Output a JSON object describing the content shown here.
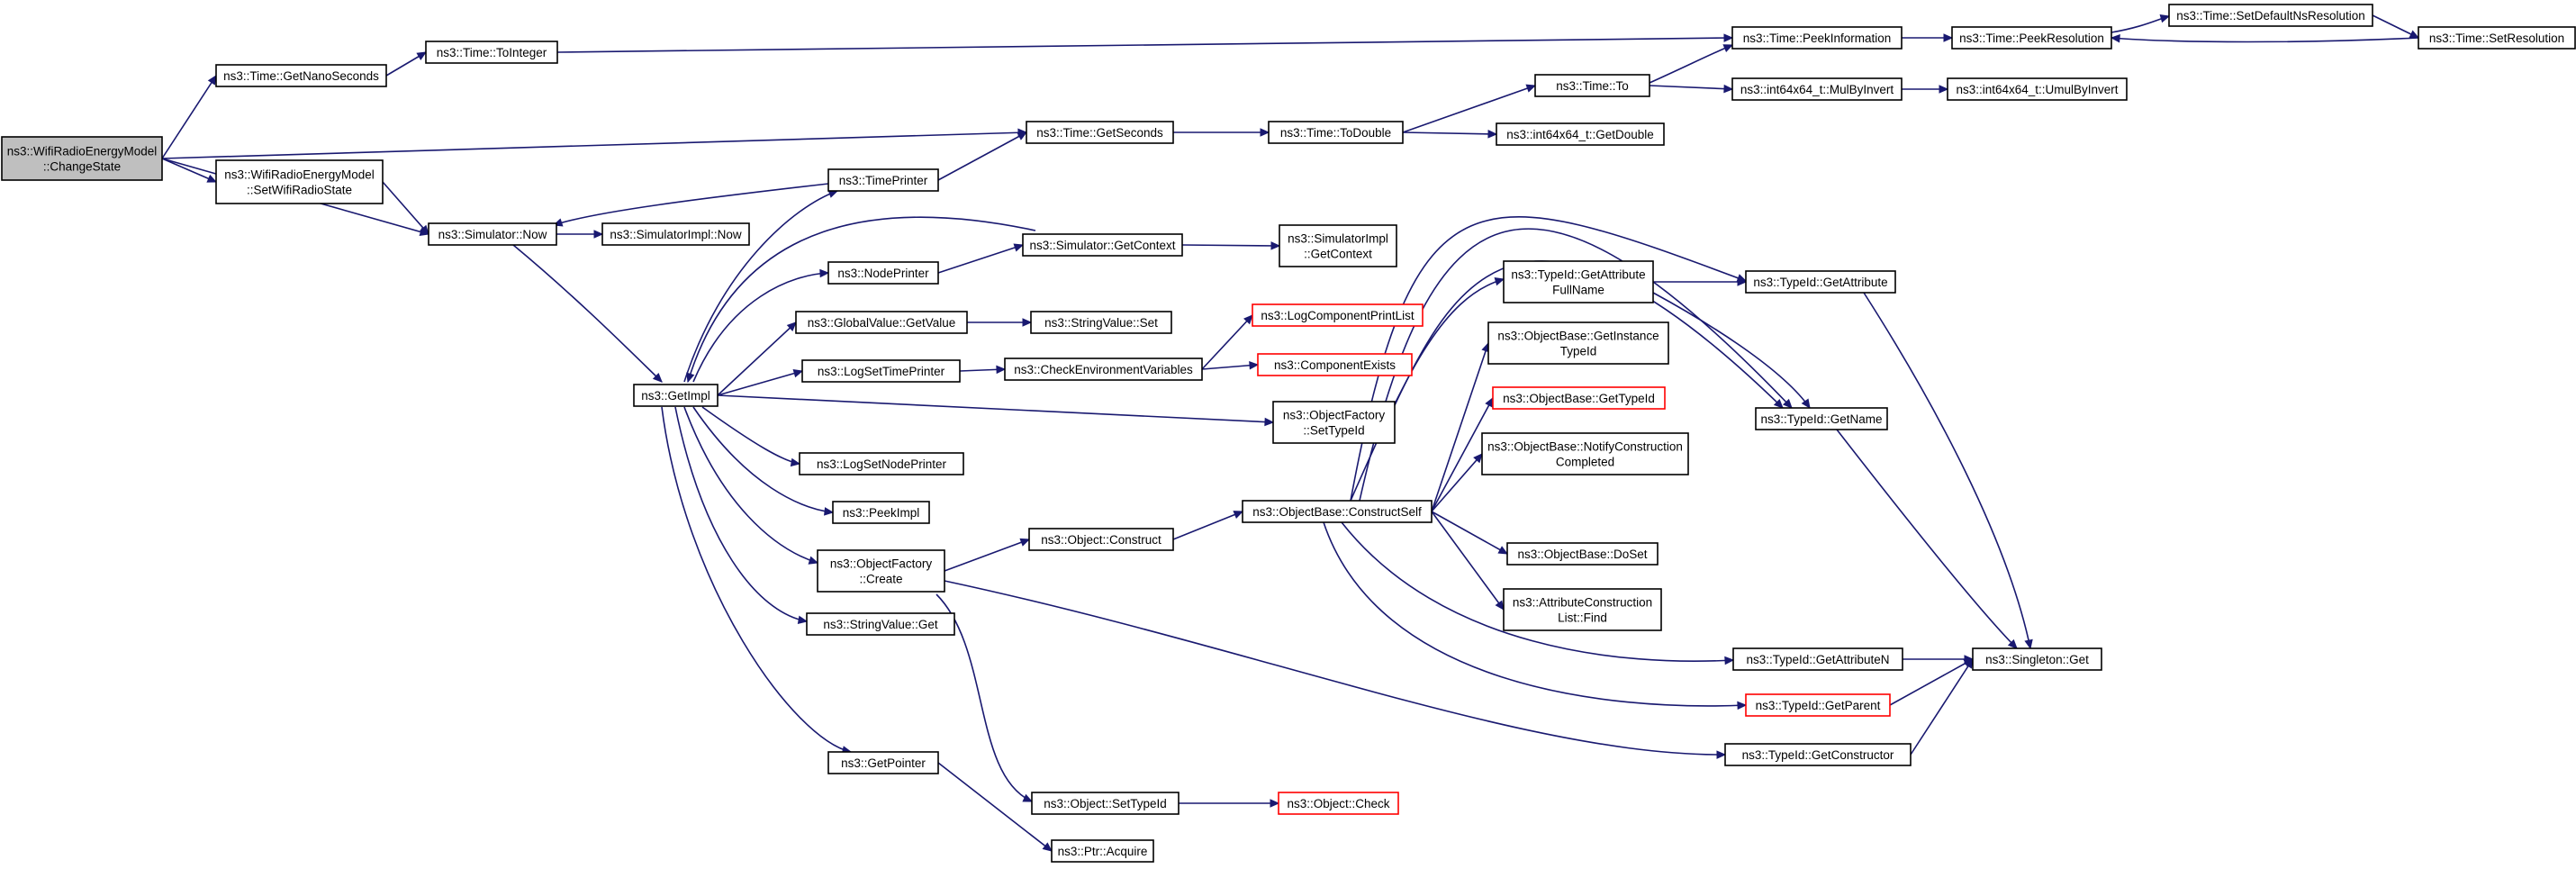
{
  "title": "",
  "colors": {
    "edge": "#191970",
    "node_border": "#000000",
    "node_border_truncated": "#ff0000",
    "root_fill": "#bfbfbf"
  },
  "nodes": [
    {
      "id": "changestate",
      "lines": [
        "ns3::WifiRadioEnergyModel",
        "::ChangeState"
      ],
      "root": true
    },
    {
      "id": "getnanoseconds",
      "lines": [
        "ns3::Time::GetNanoSeconds"
      ]
    },
    {
      "id": "tointeger",
      "lines": [
        "ns3::Time::ToInteger"
      ]
    },
    {
      "id": "peekinformation",
      "lines": [
        "ns3::Time::PeekInformation"
      ]
    },
    {
      "id": "peekresolution",
      "lines": [
        "ns3::Time::PeekResolution"
      ]
    },
    {
      "id": "setdefaultnsresolution",
      "lines": [
        "ns3::Time::SetDefaultNsResolution"
      ]
    },
    {
      "id": "setresolution",
      "lines": [
        "ns3::Time::SetResolution"
      ]
    },
    {
      "id": "time_to",
      "lines": [
        "ns3::Time::To"
      ]
    },
    {
      "id": "mulbyinvert",
      "lines": [
        "ns3::int64x64_t::MulByInvert"
      ]
    },
    {
      "id": "umulbyinvert",
      "lines": [
        "ns3::int64x64_t::UmulByInvert"
      ]
    },
    {
      "id": "getseconds",
      "lines": [
        "ns3::Time::GetSeconds"
      ]
    },
    {
      "id": "todouble",
      "lines": [
        "ns3::Time::ToDouble"
      ]
    },
    {
      "id": "getdouble",
      "lines": [
        "ns3::int64x64_t::GetDouble"
      ]
    },
    {
      "id": "setwifiradiostate",
      "lines": [
        "ns3::WifiRadioEnergyModel",
        "::SetWifiRadioState"
      ]
    },
    {
      "id": "timeprinter",
      "lines": [
        "ns3::TimePrinter"
      ]
    },
    {
      "id": "simulator_now",
      "lines": [
        "ns3::Simulator::Now"
      ]
    },
    {
      "id": "simulatorimpl_now",
      "lines": [
        "ns3::SimulatorImpl::Now"
      ]
    },
    {
      "id": "nodeprinter",
      "lines": [
        "ns3::NodePrinter"
      ]
    },
    {
      "id": "sim_getcontext",
      "lines": [
        "ns3::Simulator::GetContext"
      ]
    },
    {
      "id": "simimpl_getcontext",
      "lines": [
        "ns3::SimulatorImpl",
        "::GetContext"
      ]
    },
    {
      "id": "globalvalue_getvalue",
      "lines": [
        "ns3::GlobalValue::GetValue"
      ]
    },
    {
      "id": "stringvalue_set",
      "lines": [
        "ns3::StringValue::Set"
      ]
    },
    {
      "id": "logcomponentprintlist",
      "lines": [
        "ns3::LogComponentPrintList"
      ],
      "truncated": true
    },
    {
      "id": "logsettimeprinter",
      "lines": [
        "ns3::LogSetTimePrinter"
      ]
    },
    {
      "id": "checkenvvars",
      "lines": [
        "ns3::CheckEnvironmentVariables"
      ]
    },
    {
      "id": "componentexists",
      "lines": [
        "ns3::ComponentExists"
      ],
      "truncated": true
    },
    {
      "id": "getimpl",
      "lines": [
        "ns3::GetImpl"
      ]
    },
    {
      "id": "of_settypeid",
      "lines": [
        "ns3::ObjectFactory",
        "::SetTypeId"
      ]
    },
    {
      "id": "logsetnodeprinter",
      "lines": [
        "ns3::LogSetNodePrinter"
      ]
    },
    {
      "id": "peekimpl",
      "lines": [
        "ns3::PeekImpl"
      ]
    },
    {
      "id": "of_create",
      "lines": [
        "ns3::ObjectFactory",
        "::Create"
      ]
    },
    {
      "id": "object_construct",
      "lines": [
        "ns3::Object::Construct"
      ]
    },
    {
      "id": "constructself",
      "lines": [
        "ns3::ObjectBase::ConstructSelf"
      ]
    },
    {
      "id": "stringvalue_get",
      "lines": [
        "ns3::StringValue::Get"
      ]
    },
    {
      "id": "getpointer",
      "lines": [
        "ns3::GetPointer"
      ]
    },
    {
      "id": "ptr_acquire",
      "lines": [
        "ns3::Ptr::Acquire"
      ]
    },
    {
      "id": "object_settypeid",
      "lines": [
        "ns3::Object::SetTypeId"
      ]
    },
    {
      "id": "object_check",
      "lines": [
        "ns3::Object::Check"
      ],
      "truncated": true
    },
    {
      "id": "getattributefullname",
      "lines": [
        "ns3::TypeId::GetAttribute",
        "FullName"
      ]
    },
    {
      "id": "getinstancetypeid",
      "lines": [
        "ns3::ObjectBase::GetInstance",
        "TypeId"
      ]
    },
    {
      "id": "objectbase_gettypeid",
      "lines": [
        "ns3::ObjectBase::GetTypeId"
      ],
      "truncated": true
    },
    {
      "id": "notifyconstruction",
      "lines": [
        "ns3::ObjectBase::NotifyConstruction",
        "Completed"
      ]
    },
    {
      "id": "doset",
      "lines": [
        "ns3::ObjectBase::DoSet"
      ]
    },
    {
      "id": "acl_find",
      "lines": [
        "ns3::AttributeConstruction",
        "List::Find"
      ]
    },
    {
      "id": "typeid_getattribute",
      "lines": [
        "ns3::TypeId::GetAttribute"
      ]
    },
    {
      "id": "typeid_getname",
      "lines": [
        "ns3::TypeId::GetName"
      ]
    },
    {
      "id": "getattributen",
      "lines": [
        "ns3::TypeId::GetAttributeN"
      ]
    },
    {
      "id": "getparent",
      "lines": [
        "ns3::TypeId::GetParent"
      ],
      "truncated": true
    },
    {
      "id": "getconstructor",
      "lines": [
        "ns3::TypeId::GetConstructor"
      ]
    },
    {
      "id": "singleton_get",
      "lines": [
        "ns3::Singleton::Get"
      ]
    }
  ],
  "edges": [
    [
      "changestate",
      "getnanoseconds"
    ],
    [
      "changestate",
      "getseconds"
    ],
    [
      "changestate",
      "setwifiradiostate"
    ],
    [
      "changestate",
      "simulator_now"
    ],
    [
      "getnanoseconds",
      "tointeger"
    ],
    [
      "tointeger",
      "peekinformation"
    ],
    [
      "peekinformation",
      "peekresolution"
    ],
    [
      "peekresolution",
      "setdefaultnsresolution"
    ],
    [
      "setdefaultnsresolution",
      "setresolution"
    ],
    [
      "setresolution",
      "peekresolution"
    ],
    [
      "getseconds",
      "todouble"
    ],
    [
      "todouble",
      "time_to"
    ],
    [
      "todouble",
      "getdouble"
    ],
    [
      "time_to",
      "peekinformation"
    ],
    [
      "time_to",
      "mulbyinvert"
    ],
    [
      "mulbyinvert",
      "umulbyinvert"
    ],
    [
      "setwifiradiostate",
      "simulator_now"
    ],
    [
      "simulator_now",
      "simulatorimpl_now"
    ],
    [
      "simulator_now",
      "getimpl"
    ],
    [
      "timeprinter",
      "simulator_now"
    ],
    [
      "timeprinter",
      "getseconds"
    ],
    [
      "nodeprinter",
      "sim_getcontext"
    ],
    [
      "sim_getcontext",
      "simimpl_getcontext"
    ],
    [
      "sim_getcontext",
      "getimpl"
    ],
    [
      "globalvalue_getvalue",
      "stringvalue_set"
    ],
    [
      "logsettimeprinter",
      "checkenvvars"
    ],
    [
      "checkenvvars",
      "logcomponentprintlist"
    ],
    [
      "checkenvvars",
      "componentexists"
    ],
    [
      "getimpl",
      "timeprinter"
    ],
    [
      "getimpl",
      "nodeprinter"
    ],
    [
      "getimpl",
      "globalvalue_getvalue"
    ],
    [
      "getimpl",
      "logsettimeprinter"
    ],
    [
      "getimpl",
      "of_settypeid"
    ],
    [
      "getimpl",
      "logsetnodeprinter"
    ],
    [
      "getimpl",
      "peekimpl"
    ],
    [
      "getimpl",
      "of_create"
    ],
    [
      "getimpl",
      "stringvalue_get"
    ],
    [
      "getimpl",
      "getpointer"
    ],
    [
      "of_settypeid",
      "typeid_getname"
    ],
    [
      "of_create",
      "object_construct"
    ],
    [
      "of_create",
      "object_settypeid"
    ],
    [
      "of_create",
      "getconstructor"
    ],
    [
      "object_construct",
      "constructself"
    ],
    [
      "getpointer",
      "ptr_acquire"
    ],
    [
      "object_settypeid",
      "object_check"
    ],
    [
      "constructself",
      "getattributefullname"
    ],
    [
      "constructself",
      "typeid_getattribute"
    ],
    [
      "constructself",
      "getinstancetypeid"
    ],
    [
      "constructself",
      "objectbase_gettypeid"
    ],
    [
      "constructself",
      "notifyconstruction"
    ],
    [
      "constructself",
      "doset"
    ],
    [
      "constructself",
      "acl_find"
    ],
    [
      "constructself",
      "typeid_getname"
    ],
    [
      "constructself",
      "getattributen"
    ],
    [
      "constructself",
      "getparent"
    ],
    [
      "getattributefullname",
      "typeid_getattribute"
    ],
    [
      "getattributefullname",
      "typeid_getname"
    ],
    [
      "typeid_getattribute",
      "singleton_get"
    ],
    [
      "typeid_getname",
      "singleton_get"
    ],
    [
      "getattributen",
      "singleton_get"
    ],
    [
      "getparent",
      "singleton_get"
    ],
    [
      "getconstructor",
      "singleton_get"
    ]
  ]
}
